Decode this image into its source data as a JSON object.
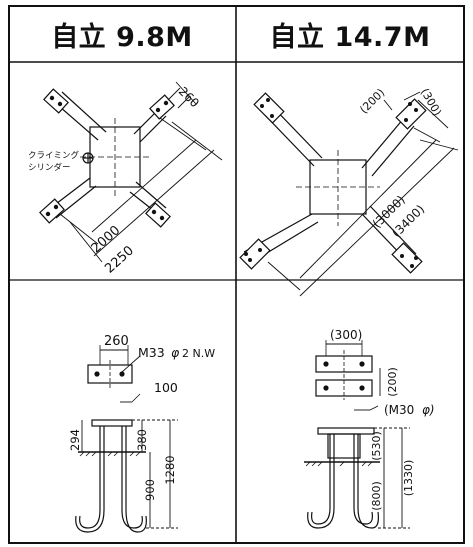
{
  "left": {
    "title": "自立 9.8M",
    "plan": {
      "dim_flange": "260",
      "dim_inner": "2000",
      "dim_outer": "2250",
      "climbing_label_1": "クライミング",
      "climbing_label_2": "シリンダー"
    },
    "detail": {
      "dim_top_width": "260",
      "bolt_spec": "M33",
      "bolt_phi": "φ",
      "bolt_count": "2 N.W",
      "dim_offset": "100",
      "dim_base_plate": "294",
      "dim_upper": "380",
      "dim_lower": "900",
      "dim_total": "1280"
    }
  },
  "right": {
    "title": "自立 14.7M",
    "plan": {
      "dim_flange_a": "(200)",
      "dim_flange_b": "(300)",
      "dim_inner": "(3000)",
      "dim_outer": "(3400)"
    },
    "detail": {
      "dim_top_width": "(300)",
      "dim_plate_height": "(200)",
      "bolt_spec": "(M30",
      "bolt_phi": "φ)",
      "dim_upper": "(530)",
      "dim_lower": "(800)",
      "dim_total": "(1330)"
    }
  }
}
